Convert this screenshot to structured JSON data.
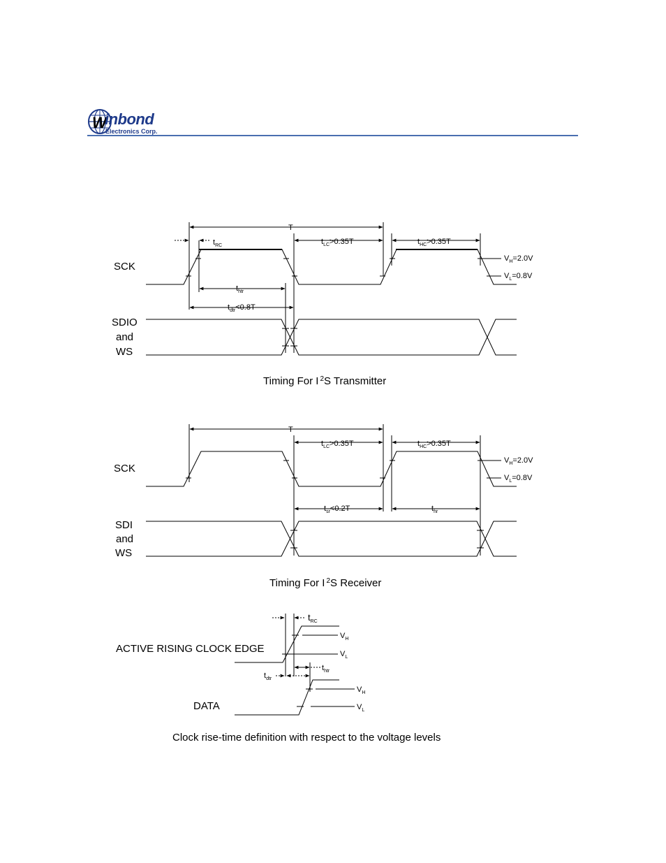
{
  "header": {
    "logo_word": "inbond",
    "logo_sub": "Electronics Corp."
  },
  "transmitter": {
    "caption_prefix": "Timing For I",
    "caption_sup": "2",
    "caption_suffix": "S Transmitter",
    "sck": "SCK",
    "data_line1": "SDIO",
    "data_line2": "and",
    "data_line3": "WS",
    "period": "T",
    "t_rc": "t",
    "t_rc_sub": "RC",
    "t_lc": "t",
    "t_lc_sub": "LC",
    "t_lc_val": ">0.35T",
    "t_hc": "t",
    "t_hc_sub": "HC",
    "t_hc_val": ">0.35T",
    "vh": "V",
    "vh_sub": "H",
    "vh_val": "=2.0V",
    "vl": "V",
    "vl_sub": "L",
    "vl_val": "=0.8V",
    "t_htr": "t",
    "t_htr_sub": "htr",
    "t_dtr": "t",
    "t_dtr_sub": "dtr",
    "t_dtr_val": "<0.8T"
  },
  "receiver": {
    "caption_prefix": "Timing For I",
    "caption_sup": "2",
    "caption_suffix": "S Receiver",
    "sck": "SCK",
    "data_line1": "SDI",
    "data_line2": "and",
    "data_line3": "WS",
    "period": "T",
    "t_lc": "t",
    "t_lc_sub": "LC",
    "t_lc_val": ">0.35T",
    "t_hc": "t",
    "t_hc_sub": "HC",
    "t_hc_val": ">0.35T",
    "vh": "V",
    "vh_sub": "H",
    "vh_val": "=2.0V",
    "vl": "V",
    "vl_sub": "L",
    "vl_val": "=0.8V",
    "t_sr": "t",
    "t_sr_sub": "sr",
    "t_sr_val": "<0.2T",
    "t_hr": "t",
    "t_hr_sub": "hr"
  },
  "rise_time": {
    "clock_label": "ACTIVE RISING CLOCK EDGE",
    "data_label": "DATA",
    "caption": "Clock rise-time definition with respect to the voltage levels",
    "t_rc": "t",
    "t_rc_sub": "RC",
    "vh": "V",
    "vh_sub": "H",
    "vl": "V",
    "vl_sub": "L",
    "t_htr": "t",
    "t_htr_sub": "htr",
    "t_dtr": "t",
    "t_dtr_sub": "dtr",
    "vh2": "V",
    "vh2_sub": "H",
    "vl2": "V",
    "vl2_sub": "L"
  }
}
